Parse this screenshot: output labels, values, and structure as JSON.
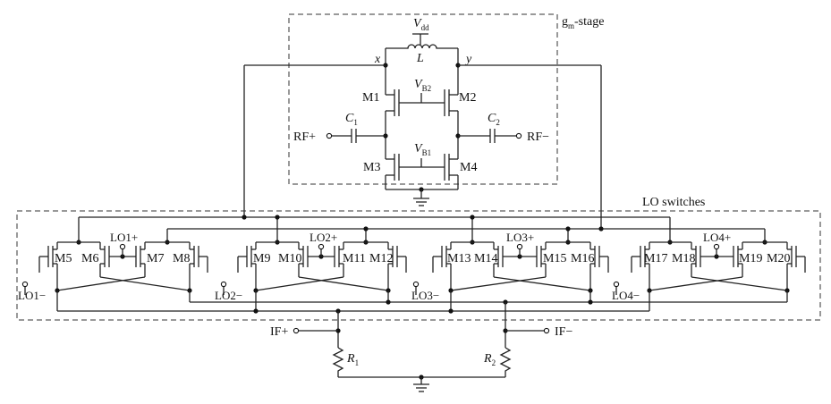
{
  "gm_stage": {
    "title": "g",
    "title_sub": "m",
    "title_suffix": "-stage",
    "supply": "V",
    "supply_sub": "dd",
    "inductor": "L",
    "node_x": "x",
    "node_y": "y",
    "transistors": [
      "M1",
      "M2",
      "M3",
      "M4"
    ],
    "bias_top": "V",
    "bias_top_sub": "B2",
    "bias_bottom": "V",
    "bias_bottom_sub": "B1",
    "cap1": "C",
    "cap1_sub": "1",
    "cap2": "C",
    "cap2_sub": "2",
    "rf_plus": "RF+",
    "rf_minus": "RF−"
  },
  "lo_switches": {
    "title": "LO switches",
    "transistors": [
      "M5",
      "M6",
      "M7",
      "M8",
      "M9",
      "M10",
      "M11",
      "M12",
      "M13",
      "M14",
      "M15",
      "M16",
      "M17",
      "M18",
      "M19",
      "M20"
    ],
    "lo_plus": [
      "LO1+",
      "LO2+",
      "LO3+",
      "LO4+"
    ],
    "lo_minus": [
      "LO1−",
      "LO2−",
      "LO3−",
      "LO4−"
    ]
  },
  "output": {
    "if_plus": "IF+",
    "if_minus": "IF−",
    "r1": "R",
    "r1_sub": "1",
    "r2": "R",
    "r2_sub": "2"
  }
}
